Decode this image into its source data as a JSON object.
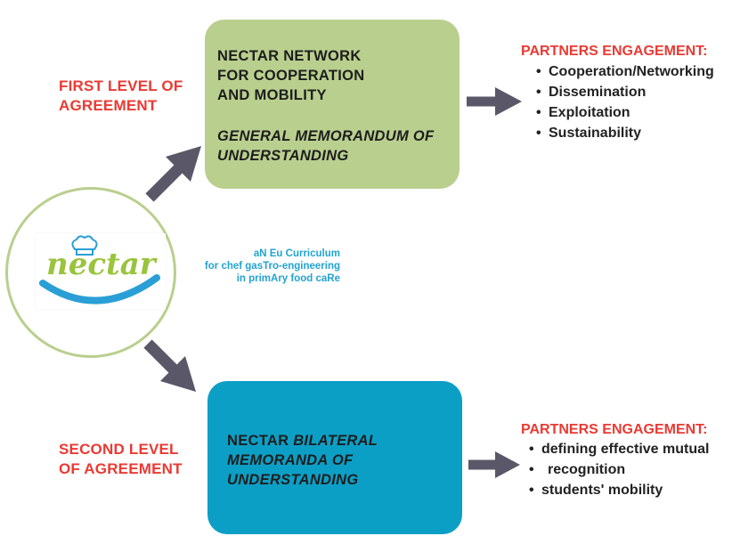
{
  "diagram": {
    "first_level_label": [
      "FIRST LEVEL OF",
      "AGREEMENT"
    ],
    "second_level_label": [
      "SECOND LEVEL",
      "OF AGREEMENT"
    ],
    "network_box": {
      "lines": [
        "NECTAR NETWORK",
        "FOR COOPERATION",
        "AND MOBILITY"
      ],
      "italic_lines": [
        "GENERAL MEMORANDUM OF",
        "UNDERSTANDING"
      ]
    },
    "bilateral_box": {
      "line1_prefix": "NECTAR ",
      "line1_italic": "BILATERAL",
      "italic_lines": [
        "MEMORANDA OF",
        "UNDERSTANDING"
      ]
    },
    "engagement_top": {
      "title": "PARTNERS ENGAGEMENT:",
      "items": [
        "Cooperation/Networking",
        "Dissemination",
        "Exploitation",
        "Sustainability"
      ]
    },
    "engagement_bottom": {
      "title": "PARTNERS ENGAGEMENT:",
      "items": [
        "defining effective mutual",
        "recognition",
        "students' mobility"
      ]
    },
    "logo": {
      "wordmark": "nectar",
      "tagline": [
        "aN Eu Curriculum",
        "for chef gasTro-engineering",
        "in primAry food caRe"
      ]
    },
    "colors": {
      "label_red": "#ea3a33",
      "green_box": "#b9cf8e",
      "blue_box": "#0c9fc6",
      "arrow_gray": "#5a5868",
      "logo_green": "#9ac43c",
      "logo_blue": "#2a9fd6"
    }
  }
}
